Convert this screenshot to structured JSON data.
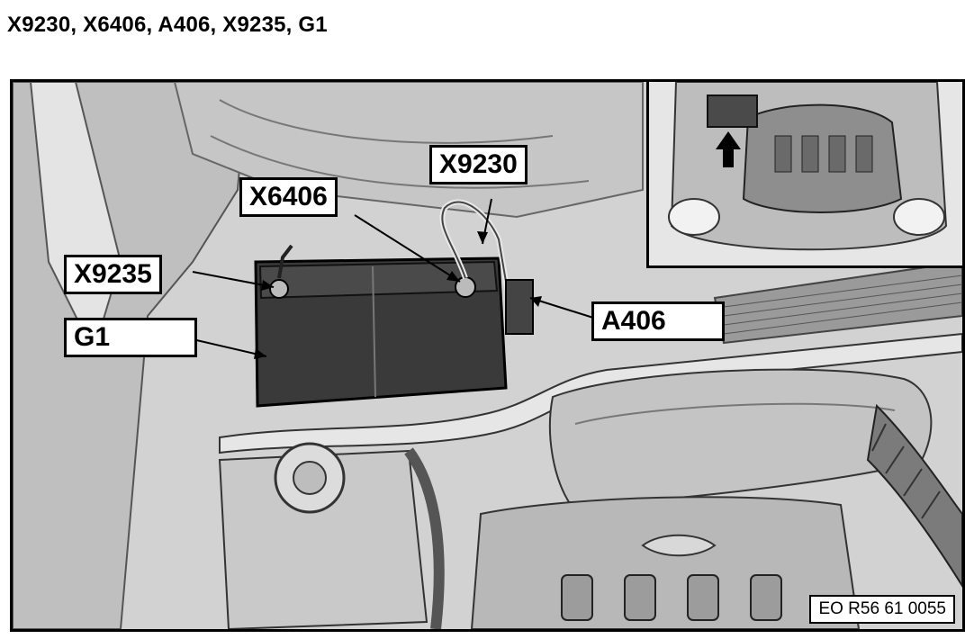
{
  "title": "X9230, X6406, A406, X9235, G1",
  "callouts": {
    "x9230": "X9230",
    "x6406": "X6406",
    "x9235": "X9235",
    "g1": "G1",
    "a406": "A406"
  },
  "reference": "EO R56 61 0055",
  "colors": {
    "ink": "#000000",
    "battery": "#3a3a3a",
    "metal": "#bdbdbd",
    "background": "#cfcfcf"
  },
  "icons": {
    "inset_arrow": "arrow-up-icon"
  }
}
